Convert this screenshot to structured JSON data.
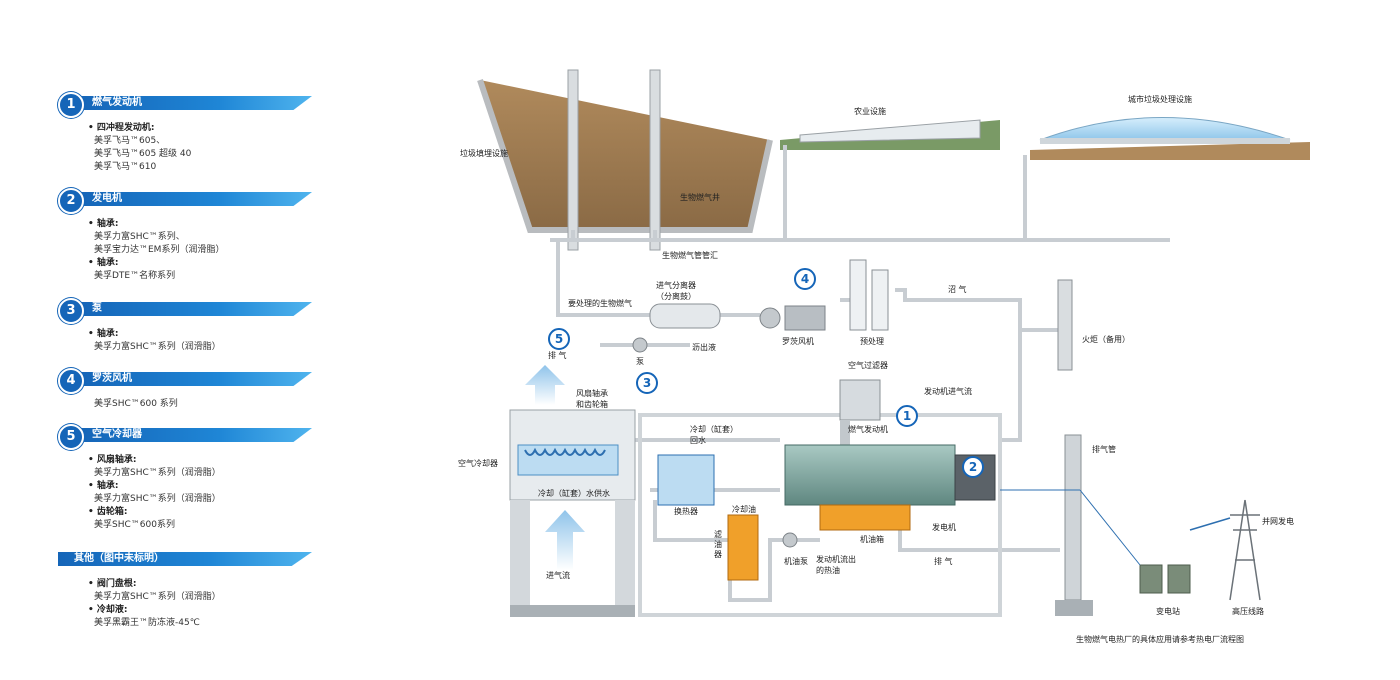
{
  "legend": {
    "sections": [
      {
        "num": "1",
        "title": "燃气发动机",
        "lines": [
          {
            "t": "四冲程发动机:",
            "b": true
          },
          {
            "t": "美孚飞马™605、",
            "b": false
          },
          {
            "t": "美孚飞马™605 超级 40",
            "b": false
          },
          {
            "t": "美孚飞马™610",
            "b": false
          }
        ]
      },
      {
        "num": "2",
        "title": "发电机",
        "lines": [
          {
            "t": "轴承:",
            "b": true
          },
          {
            "t": "美孚力富SHC™系列、",
            "b": false
          },
          {
            "t": "美孚宝力达™EM系列（润滑脂）",
            "b": false
          },
          {
            "t": "轴承:",
            "b": true
          },
          {
            "t": "美孚DTE™名称系列",
            "b": false
          }
        ]
      },
      {
        "num": "3",
        "title": "泵",
        "lines": [
          {
            "t": "轴承:",
            "b": true
          },
          {
            "t": "美孚力富SHC™系列（润滑脂）",
            "b": false
          }
        ]
      },
      {
        "num": "4",
        "title": "罗茨风机",
        "lines": [
          {
            "t": "美孚SHC™600 系列",
            "b": false
          }
        ]
      },
      {
        "num": "5",
        "title": "空气冷却器",
        "lines": [
          {
            "t": "风扇轴承:",
            "b": true
          },
          {
            "t": "美孚力富SHC™系列（润滑脂）",
            "b": false
          },
          {
            "t": "轴承:",
            "b": true
          },
          {
            "t": "美孚力富SHC™系列（润滑脂）",
            "b": false
          },
          {
            "t": "齿轮箱:",
            "b": true
          },
          {
            "t": "美孚SHC™600系列",
            "b": false
          }
        ]
      },
      {
        "num": "",
        "title": "其他（图中未标明）",
        "lines": [
          {
            "t": "阀门盘根:",
            "b": true
          },
          {
            "t": "美孚力富SHC™系列（润滑脂）",
            "b": false
          },
          {
            "t": "冷却液:",
            "b": true
          },
          {
            "t": "美孚黑霸王™防冻液-45℃",
            "b": false
          }
        ]
      }
    ]
  },
  "diagram": {
    "labels": {
      "landfill": "垃圾填埋设施",
      "well": "生物燃气井",
      "agri": "农业设施",
      "city": "城市垃圾处理设施",
      "manifold": "生物燃气管管汇",
      "to_process": "要处理的生物燃气",
      "separator": "进气分离器\n（分离鼓）",
      "blower": "罗茨风机",
      "pretreat": "预处理",
      "biogas": "沼 气",
      "flare": "火炬（备用）",
      "pump": "泵",
      "leachate": "沥出液",
      "exhaust_top": "排 气",
      "fan": "风扇轴承\n和齿轮箱",
      "air_filter": "空气过滤器",
      "intake": "发动机进气流",
      "cool_return": "冷却（缸套）\n回水",
      "gas_engine": "燃气发动机",
      "exhaust_pipe": "排气管",
      "air_cooler": "空气冷却器",
      "cool_supply": "冷却（缸套）水供水",
      "heat_ex": "换热器",
      "cool_oil": "冷却油",
      "oil_filter": "滤\n油\n器",
      "oil_pump": "机油泵",
      "hot_oil": "发动机流出\n的热油",
      "oil_pan": "机油箱",
      "generator": "发电机",
      "exhaust_bottom": "排 气",
      "intake_air": "进气流",
      "grid": "并网发电",
      "substation": "变电站",
      "hv": "高压线路",
      "caption": "生物燃气电热厂的具体应用请参考热电厂流程图"
    },
    "callouts": [
      "1",
      "2",
      "3",
      "4",
      "5"
    ],
    "colors": {
      "brand": "#1565b8",
      "pipe": "#c8cdd2",
      "engine": "#7fa7a0",
      "oil": "#f0a02a",
      "soil": "#9a7b55"
    }
  }
}
